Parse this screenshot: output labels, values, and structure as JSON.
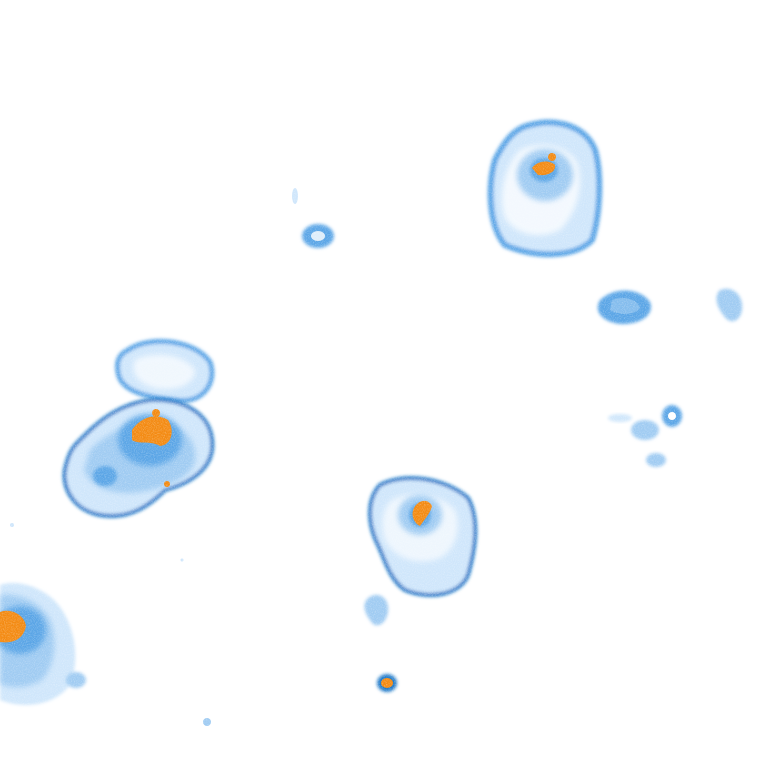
{
  "image": {
    "description_kind": "radar-echo map tile",
    "background": "#ffffff"
  },
  "palette": {
    "pale_blue": "#cfe6fb",
    "light_blue": "#9fcbf2",
    "mid_blue": "#5aa5e6",
    "deep_blue": "#1f78c8",
    "core_orange": "#f38a12"
  },
  "cells": [
    {
      "id": "top-right-cell",
      "core": true
    },
    {
      "id": "left-pair-cell",
      "core": true
    },
    {
      "id": "center-cell",
      "core": true
    },
    {
      "id": "bottom-left-cell",
      "core": true
    },
    {
      "id": "small-bottom-cell",
      "core": true
    },
    {
      "id": "small-echo-upper",
      "core": false
    },
    {
      "id": "right-echo",
      "core": false
    },
    {
      "id": "far-right-echo",
      "core": false
    },
    {
      "id": "scattered-echoes",
      "core": false
    }
  ]
}
